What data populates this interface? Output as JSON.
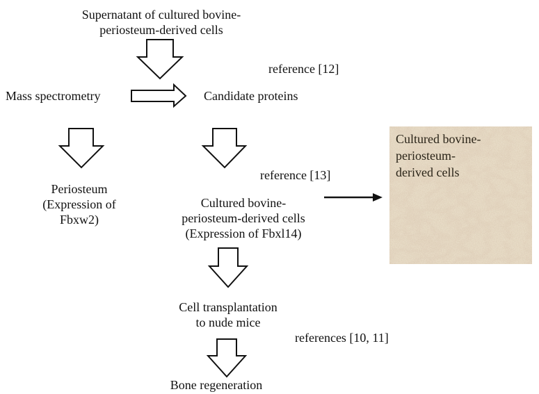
{
  "nodes": {
    "supernatant": {
      "line1": "Supernatant of cultured bovine-",
      "line2": "periosteum-derived cells"
    },
    "mass_spec": "Mass spectrometry",
    "candidate": "Candidate proteins",
    "periosteum": {
      "line1": "Periosteum",
      "line2": "(Expression of",
      "line3": "Fbxw2)"
    },
    "cultured": {
      "line1": "Cultured bovine-",
      "line2": "periosteum-derived cells",
      "line3": "(Expression of Fbxl14)"
    },
    "transplant": {
      "line1": "Cell transplantation",
      "line2": "to nude mice"
    },
    "bone": "Bone regeneration"
  },
  "references": {
    "ref12": "reference [12]",
    "ref13": "reference [13]",
    "ref10_11": "references [10, 11]"
  },
  "micrograph": {
    "label_line1": "Cultured bovine-",
    "label_line2": "periosteum-",
    "label_line3": "derived cells"
  }
}
